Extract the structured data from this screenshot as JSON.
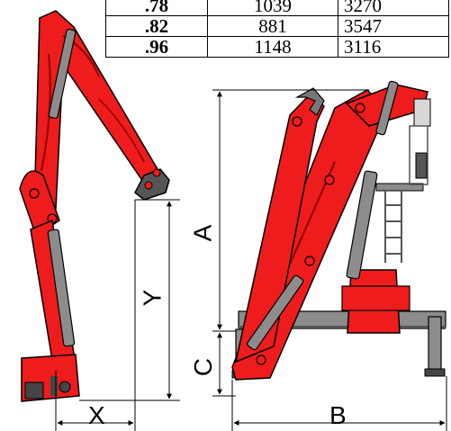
{
  "table": {
    "rows": [
      {
        "c1": ".78",
        "c2": "1039",
        "c3": "3270"
      },
      {
        "c1": ".82",
        "c2": "881",
        "c3": "3547"
      },
      {
        "c1": ".96",
        "c2": "1148",
        "c3": "3116"
      }
    ]
  },
  "dimensions": {
    "x": "X",
    "y": "Y",
    "a": "A",
    "b": "B",
    "c": "C"
  },
  "colors": {
    "crane_red": "#ee1c1c",
    "crane_dark_red": "#b01010",
    "cylinder_gray": "#8c8c8c",
    "cylinder_dark": "#444444",
    "line": "#000000"
  }
}
